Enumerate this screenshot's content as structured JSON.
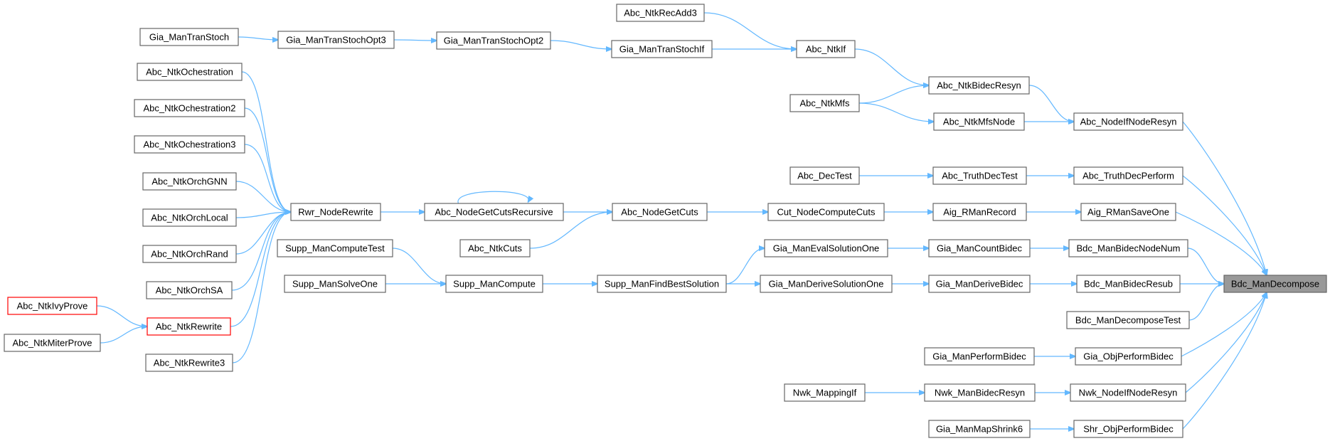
{
  "graph": {
    "colors": {
      "edge": "#63b8ff",
      "node_border": "#666666",
      "highlight_border": "#ff0000",
      "root_fill": "#999999"
    },
    "nodes": [
      {
        "id": "Bdc_ManDecompose",
        "label": "Bdc_ManDecompose",
        "style": "root"
      },
      {
        "id": "Abc_NodeIfNodeResyn",
        "label": "Abc_NodeIfNodeResyn"
      },
      {
        "id": "Abc_NtkBidecResyn",
        "label": "Abc_NtkBidecResyn"
      },
      {
        "id": "Abc_NtkIf",
        "label": "Abc_NtkIf"
      },
      {
        "id": "Abc_NtkRecAdd3",
        "label": "Abc_NtkRecAdd3"
      },
      {
        "id": "Gia_ManTranStochIf",
        "label": "Gia_ManTranStochIf"
      },
      {
        "id": "Gia_ManTranStochOpt2",
        "label": "Gia_ManTranStochOpt2"
      },
      {
        "id": "Gia_ManTranStochOpt3",
        "label": "Gia_ManTranStochOpt3"
      },
      {
        "id": "Gia_ManTranStoch",
        "label": "Gia_ManTranStoch"
      },
      {
        "id": "Abc_NtkMfs",
        "label": "Abc_NtkMfs"
      },
      {
        "id": "Abc_NtkMfsNode",
        "label": "Abc_NtkMfsNode"
      },
      {
        "id": "Abc_TruthDecPerform",
        "label": "Abc_TruthDecPerform"
      },
      {
        "id": "Abc_TruthDecTest",
        "label": "Abc_TruthDecTest"
      },
      {
        "id": "Abc_DecTest",
        "label": "Abc_DecTest"
      },
      {
        "id": "Aig_RManSaveOne",
        "label": "Aig_RManSaveOne"
      },
      {
        "id": "Aig_RManRecord",
        "label": "Aig_RManRecord"
      },
      {
        "id": "Cut_NodeComputeCuts",
        "label": "Cut_NodeComputeCuts"
      },
      {
        "id": "Abc_NodeGetCuts",
        "label": "Abc_NodeGetCuts"
      },
      {
        "id": "Abc_NodeGetCutsRecursive",
        "label": "Abc_NodeGetCutsRecursive"
      },
      {
        "id": "Abc_NtkCuts",
        "label": "Abc_NtkCuts"
      },
      {
        "id": "Rwr_NodeRewrite",
        "label": "Rwr_NodeRewrite"
      },
      {
        "id": "Abc_NtkOchestration",
        "label": "Abc_NtkOchestration"
      },
      {
        "id": "Abc_NtkOchestration2",
        "label": "Abc_NtkOchestration2"
      },
      {
        "id": "Abc_NtkOchestration3",
        "label": "Abc_NtkOchestration3"
      },
      {
        "id": "Abc_NtkOrchGNN",
        "label": "Abc_NtkOrchGNN"
      },
      {
        "id": "Abc_NtkOrchLocal",
        "label": "Abc_NtkOrchLocal"
      },
      {
        "id": "Abc_NtkOrchRand",
        "label": "Abc_NtkOrchRand"
      },
      {
        "id": "Abc_NtkOrchSA",
        "label": "Abc_NtkOrchSA"
      },
      {
        "id": "Abc_NtkRewrite",
        "label": "Abc_NtkRewrite",
        "style": "red"
      },
      {
        "id": "Abc_NtkIvyProve",
        "label": "Abc_NtkIvyProve",
        "style": "red"
      },
      {
        "id": "Abc_NtkMiterProve",
        "label": "Abc_NtkMiterProve"
      },
      {
        "id": "Abc_NtkRewrite3",
        "label": "Abc_NtkRewrite3"
      },
      {
        "id": "Bdc_ManBidecNodeNum",
        "label": "Bdc_ManBidecNodeNum"
      },
      {
        "id": "Gia_ManCountBidec",
        "label": "Gia_ManCountBidec"
      },
      {
        "id": "Gia_ManEvalSolutionOne",
        "label": "Gia_ManEvalSolutionOne"
      },
      {
        "id": "Supp_ManFindBestSolution",
        "label": "Supp_ManFindBestSolution"
      },
      {
        "id": "Supp_ManCompute",
        "label": "Supp_ManCompute"
      },
      {
        "id": "Supp_ManComputeTest",
        "label": "Supp_ManComputeTest"
      },
      {
        "id": "Supp_ManSolveOne",
        "label": "Supp_ManSolveOne"
      },
      {
        "id": "Bdc_ManBidecResub",
        "label": "Bdc_ManBidecResub"
      },
      {
        "id": "Gia_ManDeriveBidec",
        "label": "Gia_ManDeriveBidec"
      },
      {
        "id": "Gia_ManDeriveSolutionOne",
        "label": "Gia_ManDeriveSolutionOne"
      },
      {
        "id": "Bdc_ManDecomposeTest",
        "label": "Bdc_ManDecomposeTest"
      },
      {
        "id": "Gia_ObjPerformBidec",
        "label": "Gia_ObjPerformBidec"
      },
      {
        "id": "Gia_ManPerformBidec",
        "label": "Gia_ManPerformBidec"
      },
      {
        "id": "Nwk_NodeIfNodeResyn",
        "label": "Nwk_NodeIfNodeResyn"
      },
      {
        "id": "Nwk_ManBidecResyn",
        "label": "Nwk_ManBidecResyn"
      },
      {
        "id": "Nwk_MappingIf",
        "label": "Nwk_MappingIf"
      },
      {
        "id": "Shr_ObjPerformBidec",
        "label": "Shr_ObjPerformBidec"
      },
      {
        "id": "Gia_ManMapShrink6",
        "label": "Gia_ManMapShrink6"
      }
    ],
    "edges": [
      [
        "Abc_NodeIfNodeResyn",
        "Bdc_ManDecompose"
      ],
      [
        "Abc_TruthDecPerform",
        "Bdc_ManDecompose"
      ],
      [
        "Aig_RManSaveOne",
        "Bdc_ManDecompose"
      ],
      [
        "Bdc_ManBidecNodeNum",
        "Bdc_ManDecompose"
      ],
      [
        "Bdc_ManBidecResub",
        "Bdc_ManDecompose"
      ],
      [
        "Bdc_ManDecomposeTest",
        "Bdc_ManDecompose"
      ],
      [
        "Gia_ObjPerformBidec",
        "Bdc_ManDecompose"
      ],
      [
        "Nwk_NodeIfNodeResyn",
        "Bdc_ManDecompose"
      ],
      [
        "Shr_ObjPerformBidec",
        "Bdc_ManDecompose"
      ],
      [
        "Abc_NtkBidecResyn",
        "Abc_NodeIfNodeResyn"
      ],
      [
        "Abc_NtkMfsNode",
        "Abc_NodeIfNodeResyn"
      ],
      [
        "Abc_NtkIf",
        "Abc_NtkBidecResyn"
      ],
      [
        "Abc_NtkMfs",
        "Abc_NtkBidecResyn"
      ],
      [
        "Abc_NtkRecAdd3",
        "Abc_NtkIf"
      ],
      [
        "Gia_ManTranStochIf",
        "Abc_NtkIf"
      ],
      [
        "Gia_ManTranStochOpt2",
        "Gia_ManTranStochIf"
      ],
      [
        "Gia_ManTranStochOpt3",
        "Gia_ManTranStochOpt2"
      ],
      [
        "Gia_ManTranStoch",
        "Gia_ManTranStochOpt3"
      ],
      [
        "Abc_NtkMfs",
        "Abc_NtkMfsNode"
      ],
      [
        "Abc_TruthDecTest",
        "Abc_TruthDecPerform"
      ],
      [
        "Abc_DecTest",
        "Abc_TruthDecTest"
      ],
      [
        "Aig_RManRecord",
        "Aig_RManSaveOne"
      ],
      [
        "Cut_NodeComputeCuts",
        "Aig_RManRecord"
      ],
      [
        "Abc_NodeGetCuts",
        "Cut_NodeComputeCuts"
      ],
      [
        "Abc_NodeGetCutsRecursive",
        "Abc_NodeGetCuts"
      ],
      [
        "Abc_NtkCuts",
        "Abc_NodeGetCuts"
      ],
      [
        "Abc_NodeGetCutsRecursive",
        "Abc_NodeGetCutsRecursive"
      ],
      [
        "Rwr_NodeRewrite",
        "Abc_NodeGetCutsRecursive"
      ],
      [
        "Abc_NtkOchestration",
        "Rwr_NodeRewrite"
      ],
      [
        "Abc_NtkOchestration2",
        "Rwr_NodeRewrite"
      ],
      [
        "Abc_NtkOchestration3",
        "Rwr_NodeRewrite"
      ],
      [
        "Abc_NtkOrchGNN",
        "Rwr_NodeRewrite"
      ],
      [
        "Abc_NtkOrchLocal",
        "Rwr_NodeRewrite"
      ],
      [
        "Abc_NtkOrchRand",
        "Rwr_NodeRewrite"
      ],
      [
        "Abc_NtkOrchSA",
        "Rwr_NodeRewrite"
      ],
      [
        "Abc_NtkRewrite",
        "Rwr_NodeRewrite"
      ],
      [
        "Abc_NtkRewrite3",
        "Rwr_NodeRewrite"
      ],
      [
        "Abc_NtkIvyProve",
        "Abc_NtkRewrite"
      ],
      [
        "Abc_NtkMiterProve",
        "Abc_NtkRewrite"
      ],
      [
        "Gia_ManCountBidec",
        "Bdc_ManBidecNodeNum"
      ],
      [
        "Gia_ManEvalSolutionOne",
        "Gia_ManCountBidec"
      ],
      [
        "Supp_ManFindBestSolution",
        "Gia_ManEvalSolutionOne"
      ],
      [
        "Supp_ManCompute",
        "Supp_ManFindBestSolution"
      ],
      [
        "Supp_ManComputeTest",
        "Supp_ManCompute"
      ],
      [
        "Supp_ManSolveOne",
        "Supp_ManCompute"
      ],
      [
        "Gia_ManDeriveBidec",
        "Bdc_ManBidecResub"
      ],
      [
        "Gia_ManDeriveSolutionOne",
        "Gia_ManDeriveBidec"
      ],
      [
        "Supp_ManFindBestSolution",
        "Gia_ManDeriveSolutionOne"
      ],
      [
        "Gia_ManPerformBidec",
        "Gia_ObjPerformBidec"
      ],
      [
        "Nwk_ManBidecResyn",
        "Nwk_NodeIfNodeResyn"
      ],
      [
        "Nwk_MappingIf",
        "Nwk_ManBidecResyn"
      ],
      [
        "Gia_ManMapShrink6",
        "Shr_ObjPerformBidec"
      ]
    ]
  }
}
